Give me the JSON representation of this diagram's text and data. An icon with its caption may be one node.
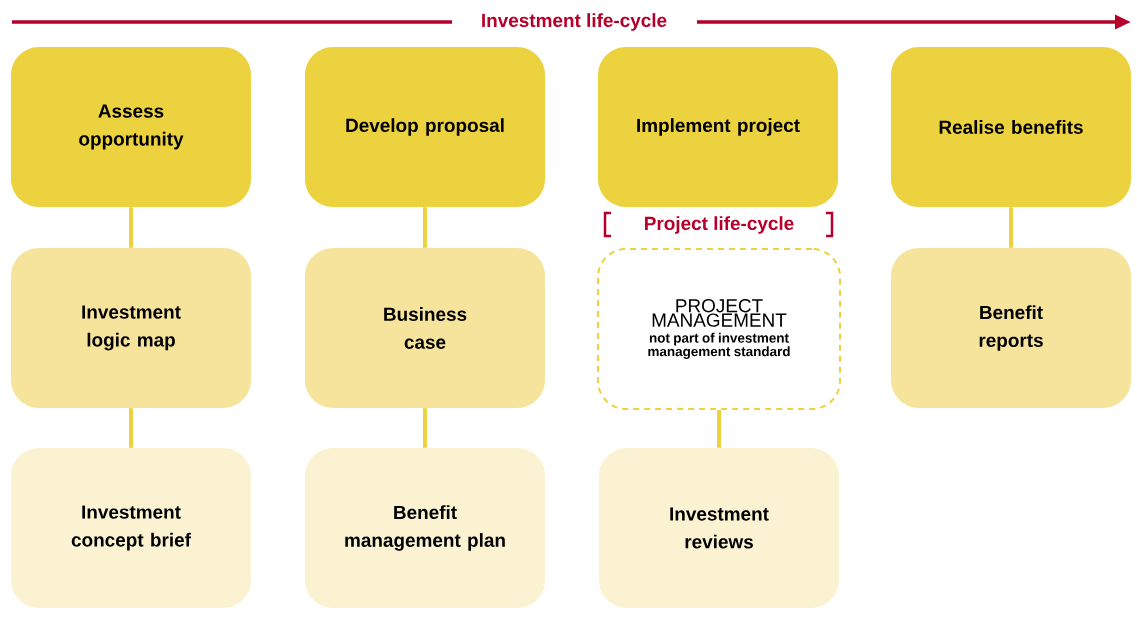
{
  "diagram": {
    "title": "Investment life-cycle",
    "nodes": [
      {
        "text": [
          "Assess opportunity"
        ]
      },
      {
        "text": [
          "Develop proposal"
        ]
      },
      {
        "text": [
          "Implement project"
        ]
      },
      {
        "text": [
          "Realise benefits"
        ]
      },
      {
        "text": [
          "Investment logic map"
        ]
      },
      {
        "text": [
          "Business case"
        ]
      },
      {
        "text": [
          "Project life-cycle",
          "PROJECT MANAGEMENT",
          "not part of investment management standard"
        ]
      },
      {
        "text": [
          "Benefit reports"
        ]
      },
      {
        "text": [
          "Investment concept brief"
        ]
      },
      {
        "text": [
          "Benefit management plan"
        ]
      },
      {
        "text": [
          "Investment reviews"
        ]
      }
    ],
    "edges": [
      {
        "from": 0,
        "to": 4,
        "arrow": "none"
      },
      {
        "from": 4,
        "to": 8,
        "arrow": "none"
      },
      {
        "from": 1,
        "to": 5,
        "arrow": "none"
      },
      {
        "from": 5,
        "to": 9,
        "arrow": "none"
      },
      {
        "from": 6,
        "to": 10,
        "arrow": "none"
      },
      {
        "from": 3,
        "to": 7,
        "arrow": "none"
      }
    ]
  }
}
